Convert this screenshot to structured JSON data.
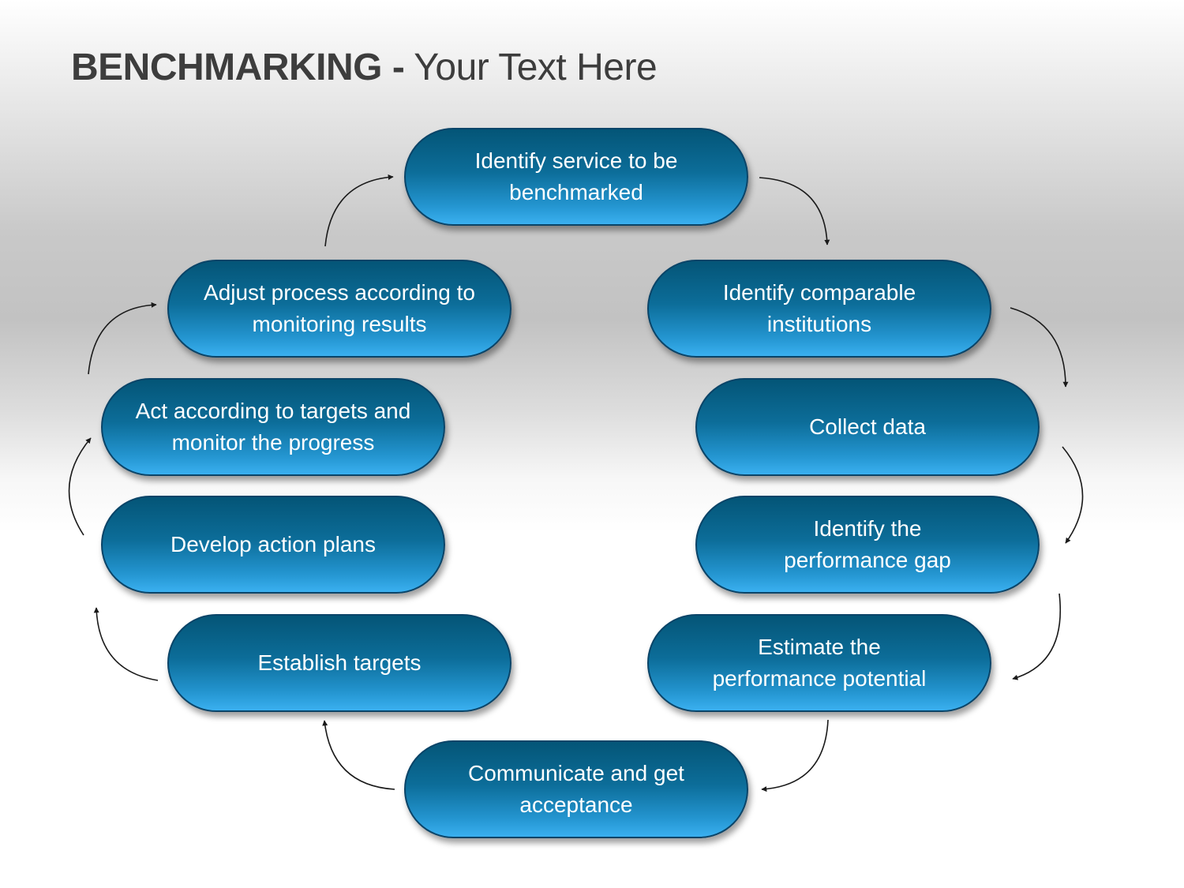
{
  "title": {
    "bold": "BENCHMARKING -",
    "regular": " Your Text Here"
  },
  "steps": [
    {
      "label": "Identify service to be benchmarked"
    },
    {
      "label": "Identify comparable institutions"
    },
    {
      "label": "Collect data"
    },
    {
      "label": "Identify the performance gap"
    },
    {
      "label": "Estimate the performance potential"
    },
    {
      "label": "Communicate and get acceptance"
    },
    {
      "label": "Establish targets"
    },
    {
      "label": "Develop action plans"
    },
    {
      "label": "Act according to targets and monitor the progress"
    },
    {
      "label": "Adjust process according to monitoring results"
    }
  ],
  "colors": {
    "pill_top": "#045577",
    "pill_bottom": "#3ab0f0",
    "pill_border": "#0a4468",
    "title": "#3d3d3d",
    "arrow": "#1a1a1a"
  }
}
